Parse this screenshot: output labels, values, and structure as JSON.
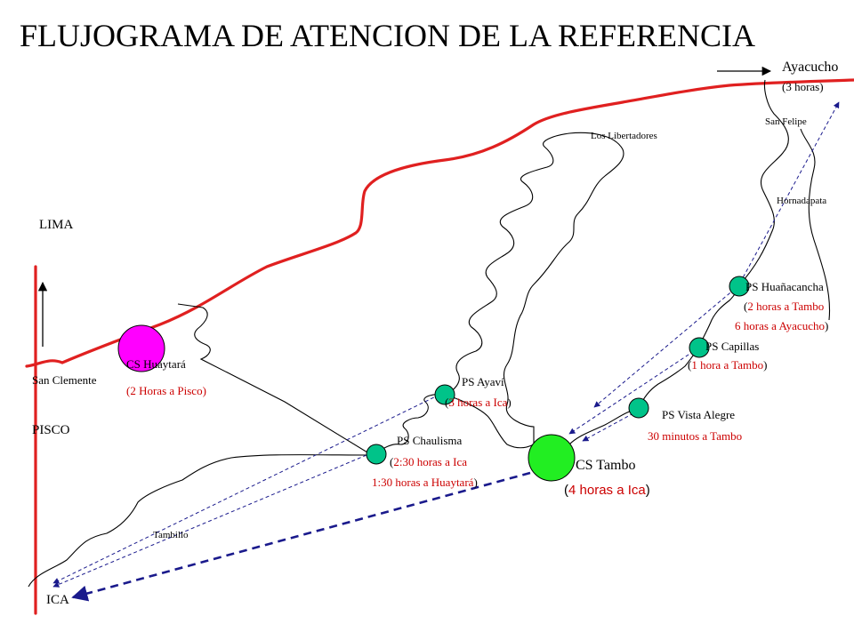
{
  "title": "FLUJOGRAMA DE ATENCION DE LA REFERENCIA",
  "colors": {
    "highway": "#e02020",
    "post": "#00c389",
    "center_tambo": "#22ee22",
    "center_huaytara": "#ff00ff",
    "referral": "#1a1a8c"
  },
  "places": {
    "lima": "LIMA",
    "pisco": "PISCO",
    "ica": "ICA",
    "san_clemente": "San Clemente",
    "ayacucho": "Ayacucho",
    "ayacucho_time": "(3 horas)",
    "los_libertadores": "Los Libertadores",
    "san_felipe": "San Felipe",
    "hornadapata": "Hornadapata",
    "tambillo": "Tambillo"
  },
  "facilities": {
    "cs_huaytara": {
      "name": "CS Huaytará",
      "time": "(2 Horas a Pisco)"
    },
    "ps_chaulisma": {
      "name": "PS Chaulisma",
      "time1": "2:30 horas a Ica",
      "time2": "1:30 horas a Huaytará"
    },
    "ps_ayavi": {
      "name": "PS Ayaví",
      "time": "3 horas a Ica"
    },
    "cs_tambo": {
      "name": "CS Tambo",
      "time": "4 horas a Ica"
    },
    "ps_vista_alegre": {
      "name": "PS Vista Alegre",
      "time": "30 minutos a Tambo"
    },
    "ps_capillas": {
      "name": "PS Capillas",
      "time": "1 hora a Tambo"
    },
    "ps_huanacancha": {
      "name": "PS Huañacancha",
      "time1": "2 horas a Tambo",
      "time2": "6 horas a Ayacucho"
    }
  }
}
